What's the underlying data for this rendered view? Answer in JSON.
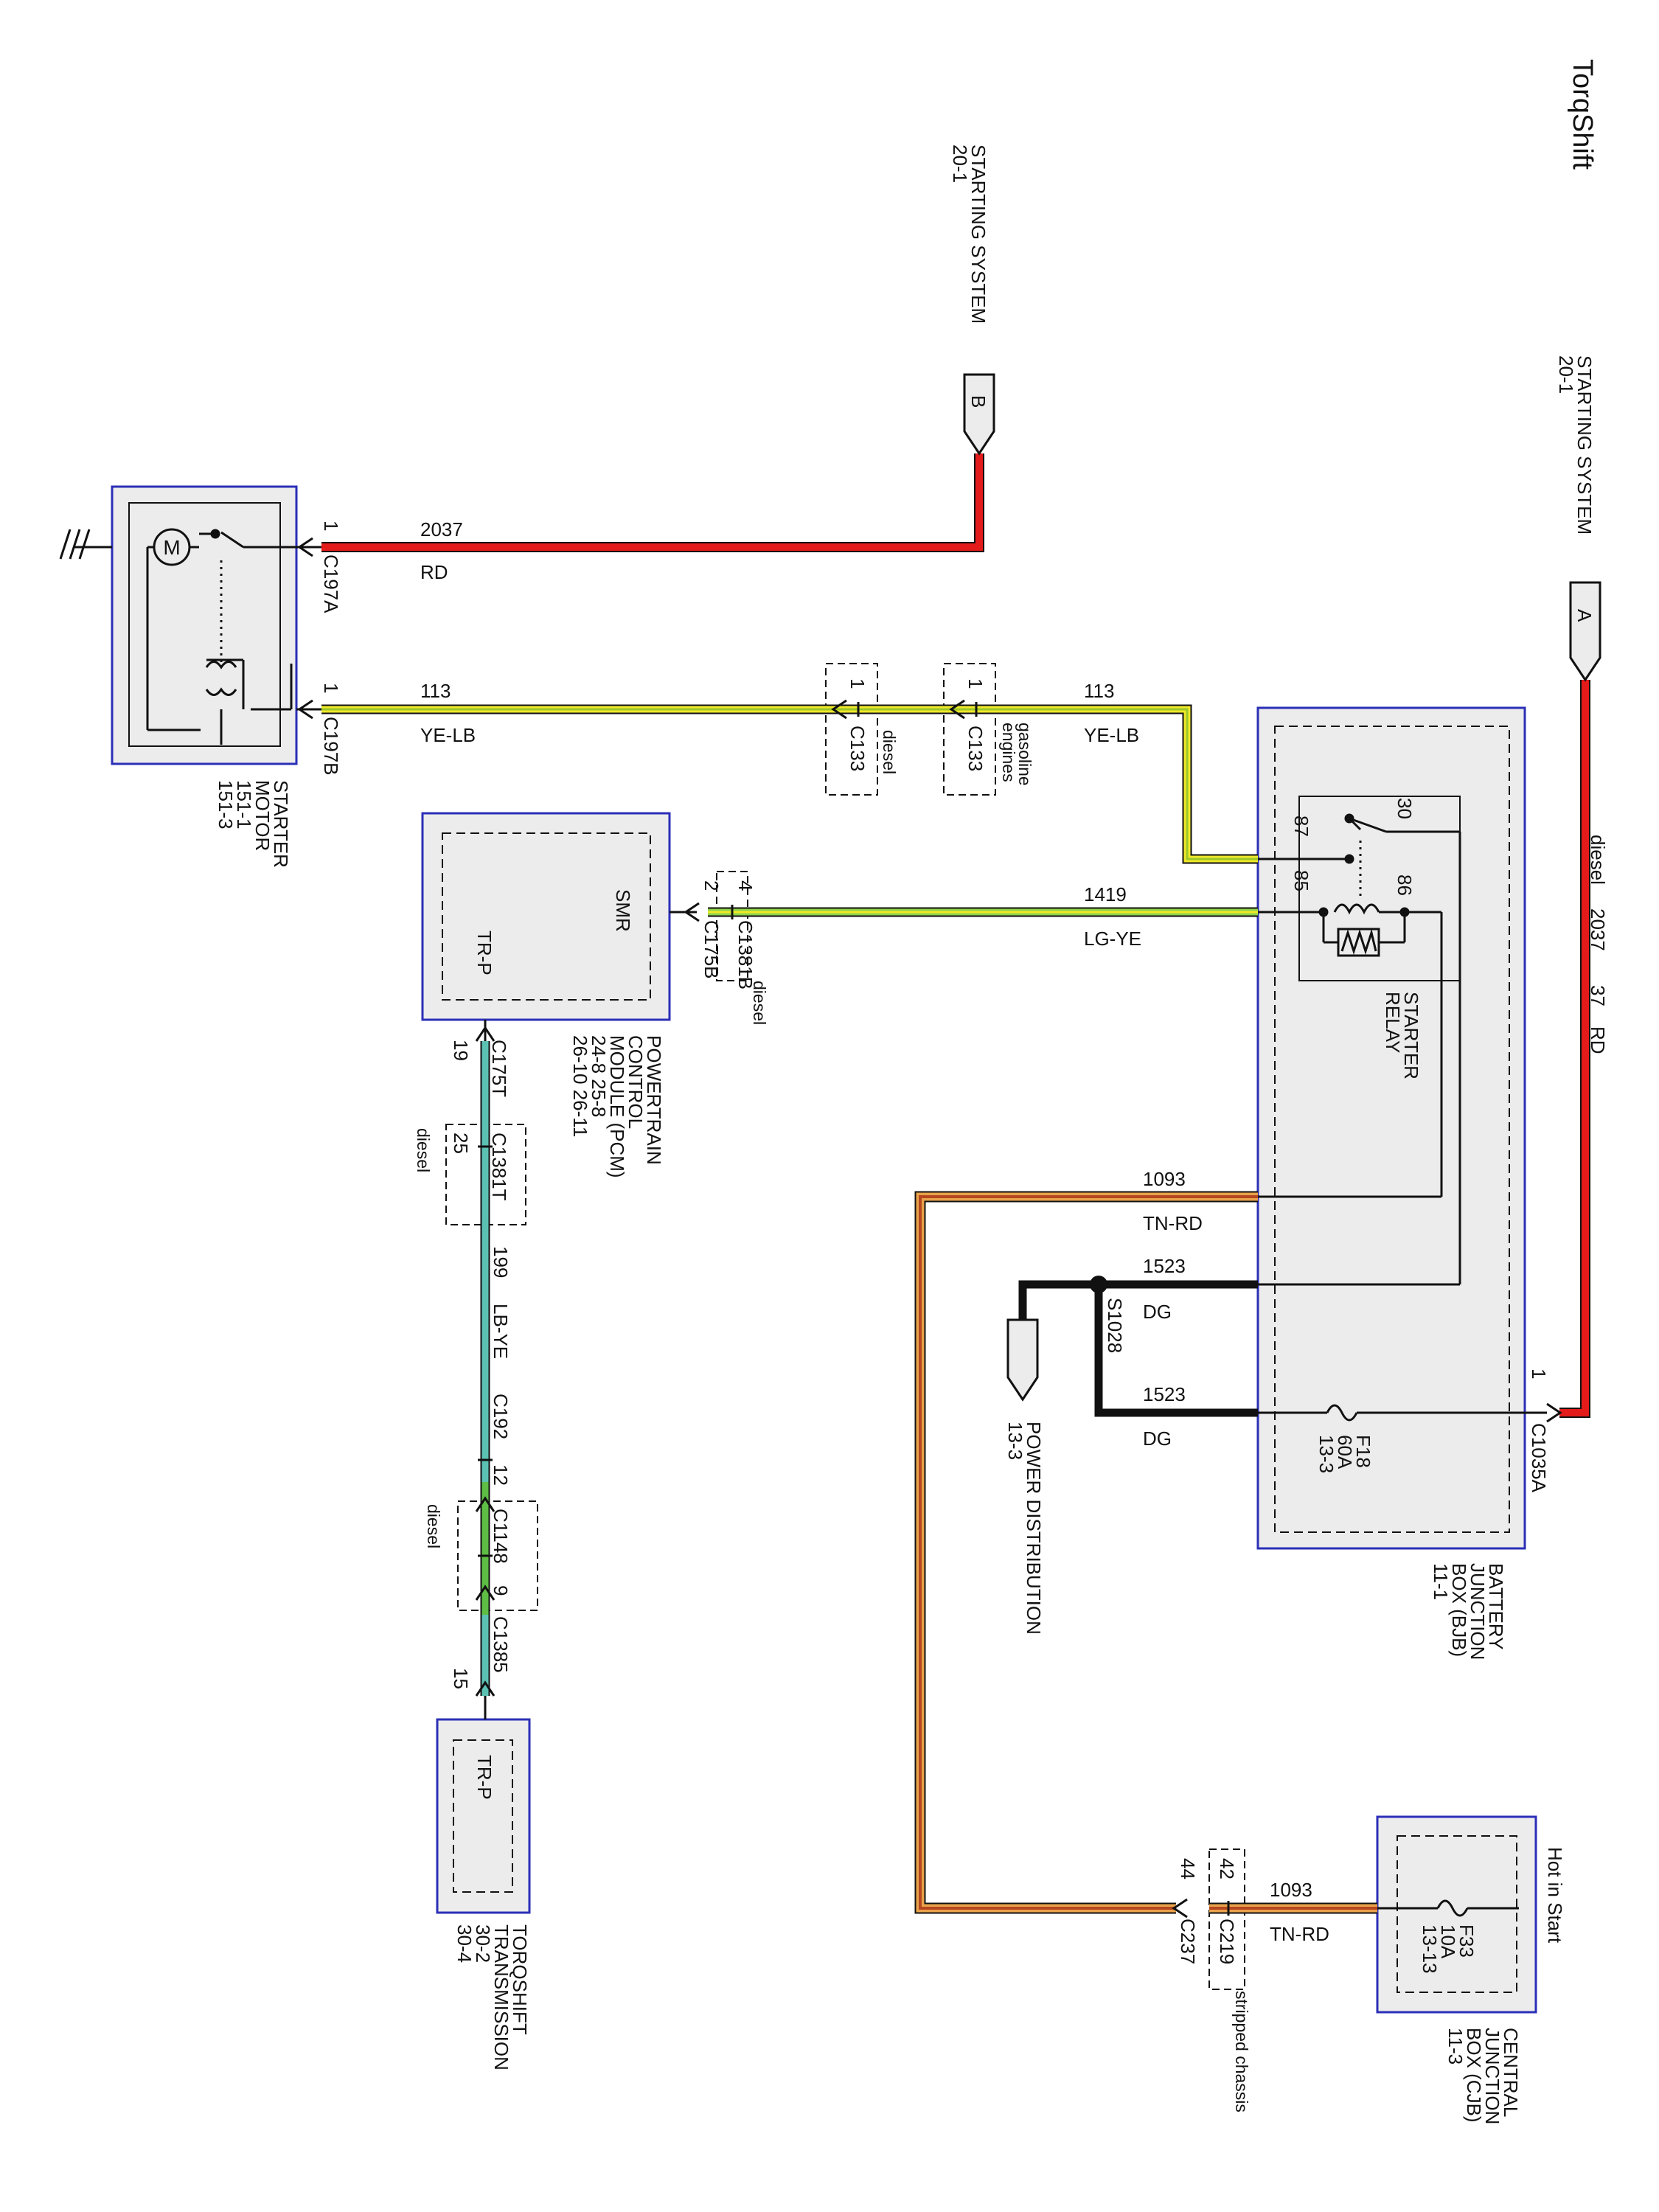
{
  "title": "TorqShift",
  "colors": {
    "red": "#e31b1b",
    "yellow": "#f0e82a",
    "yellow_green": "#b9d332",
    "green": "#5dbd45",
    "light_green": "#8fd44b",
    "teal": "#5bc1b3",
    "tan": "#e9a24a",
    "brown": "#b5461f",
    "black": "#111111",
    "box_blue": "#2b2fb7",
    "box_fill": "#ececec"
  },
  "refs": {
    "starting_a": {
      "label": "STARTING SYSTEM",
      "page": "20-1",
      "letter": "A"
    },
    "starting_b": {
      "label": "STARTING SYSTEM",
      "page": "20-1",
      "letter": "B"
    },
    "power_dist": {
      "label": "POWER DISTRIBUTION",
      "page": "13-3"
    }
  },
  "components": {
    "starter_motor": {
      "name_1": "STARTER",
      "name_2": "MOTOR",
      "page_1": "151-1",
      "page_2": "151-3"
    },
    "pcm": {
      "name_1": "POWERTRAIN",
      "name_2": "CONTROL",
      "name_3": "MODULE (PCM)",
      "pages_1": "24-8    25-8",
      "pages_2": "26-10   26-11",
      "pin_smr": "SMR",
      "pin_trp": "TR-P"
    },
    "bjb": {
      "name_1": "BATTERY",
      "name_2": "JUNCTION",
      "name_3": "BOX (BJB)",
      "page": "11-1",
      "relay_1": "STARTER",
      "relay_2": "RELAY",
      "pin_30": "30",
      "pin_87": "87",
      "pin_85": "85",
      "pin_86": "86",
      "fuse": "F18",
      "fuse_amp": "60A",
      "fuse_page": "13-3"
    },
    "cjb": {
      "name_1": "CENTRAL",
      "name_2": "JUNCTION",
      "name_3": "BOX (CJB)",
      "page": "11-3",
      "fuse": "F33",
      "fuse_amp": "10A",
      "fuse_page": "13-13",
      "hot": "Hot in Start"
    },
    "trans": {
      "name_1": "TORQSHIFT",
      "name_2": "TRANSMISSION",
      "page_1": "30-2",
      "page_2": "30-4",
      "pin": "TR-P"
    }
  },
  "wires": {
    "w2037": {
      "circuit": "2037",
      "color": "RD"
    },
    "w113_a": {
      "circuit": "113",
      "color": "YE-LB"
    },
    "w113_b": {
      "circuit": "113",
      "color": "YE-LB"
    },
    "w1419": {
      "circuit": "1419",
      "color": "LG-YE"
    },
    "w1093_a": {
      "circuit": "1093",
      "color": "TN-RD"
    },
    "w1093_b": {
      "circuit": "1093",
      "color": "TN-RD"
    },
    "w1523_a": {
      "circuit": "1523",
      "color": "DG"
    },
    "w1523_b": {
      "circuit": "1523",
      "color": "DG"
    },
    "w199": {
      "circuit": "199",
      "color": "LB-YE"
    },
    "bjb_feed": {
      "label_diesel": "diesel",
      "circuit": "2037",
      "pin": "37",
      "color": "RD"
    }
  },
  "connectors": {
    "c197a": {
      "name": "C197A",
      "pin": "1"
    },
    "c197b": {
      "name": "C197B",
      "pin": "1"
    },
    "c133_diesel": {
      "name": "C133",
      "pin": "1",
      "note": "diesel"
    },
    "c133_gas": {
      "name": "C133",
      "pin": "1",
      "note_1": "gasoline",
      "note_2": "engines"
    },
    "c175b": {
      "name": "C175B",
      "pin": "2"
    },
    "c1381b": {
      "name": "C1381B",
      "pin": "4",
      "note": "diesel"
    },
    "c175t": {
      "name": "C175T",
      "pin": "19"
    },
    "c1381t": {
      "name": "C1381T",
      "pin": "25",
      "note": "diesel"
    },
    "c192": {
      "name": "C192",
      "pin": "12"
    },
    "c1148": {
      "name": "C1148",
      "pin": "9",
      "note": "diesel"
    },
    "c1385": {
      "name": "C1385",
      "pin": "15"
    },
    "c1035a": {
      "name": "C1035A",
      "pin": "1"
    },
    "c237": {
      "name": "C237",
      "pin": "44"
    },
    "c219": {
      "name": "C219",
      "pin": "42",
      "note": "stripped chassis"
    },
    "s1028": {
      "name": "S1028"
    }
  }
}
